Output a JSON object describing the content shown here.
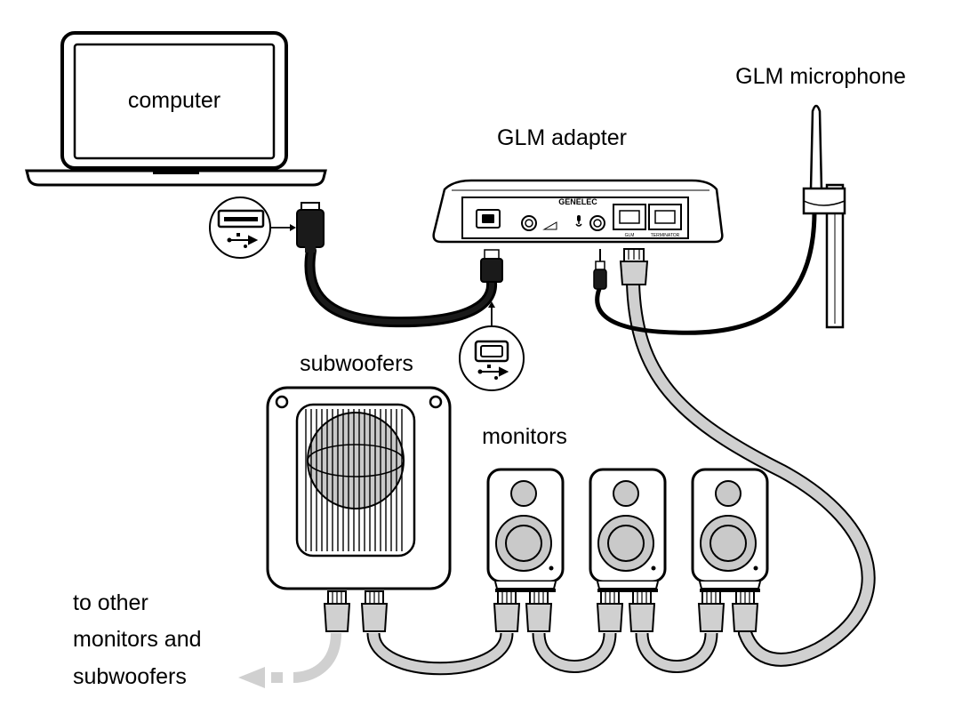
{
  "labels": {
    "computer": "computer",
    "glm_adapter": "GLM adapter",
    "glm_microphone": "GLM microphone",
    "subwoofers": "subwoofers",
    "monitors": "monitors",
    "others": [
      "to other",
      "monitors and",
      "subwoofers"
    ]
  },
  "adapter": {
    "brand": "GENELEC",
    "port_glm": "GLM",
    "port_terminator": "TERMINATOR"
  },
  "colors": {
    "ink": "#000000",
    "usb_cable": "#1a1a1a",
    "network_cable": "#d0d0d0",
    "cone_grey": "#c9c9c9"
  }
}
